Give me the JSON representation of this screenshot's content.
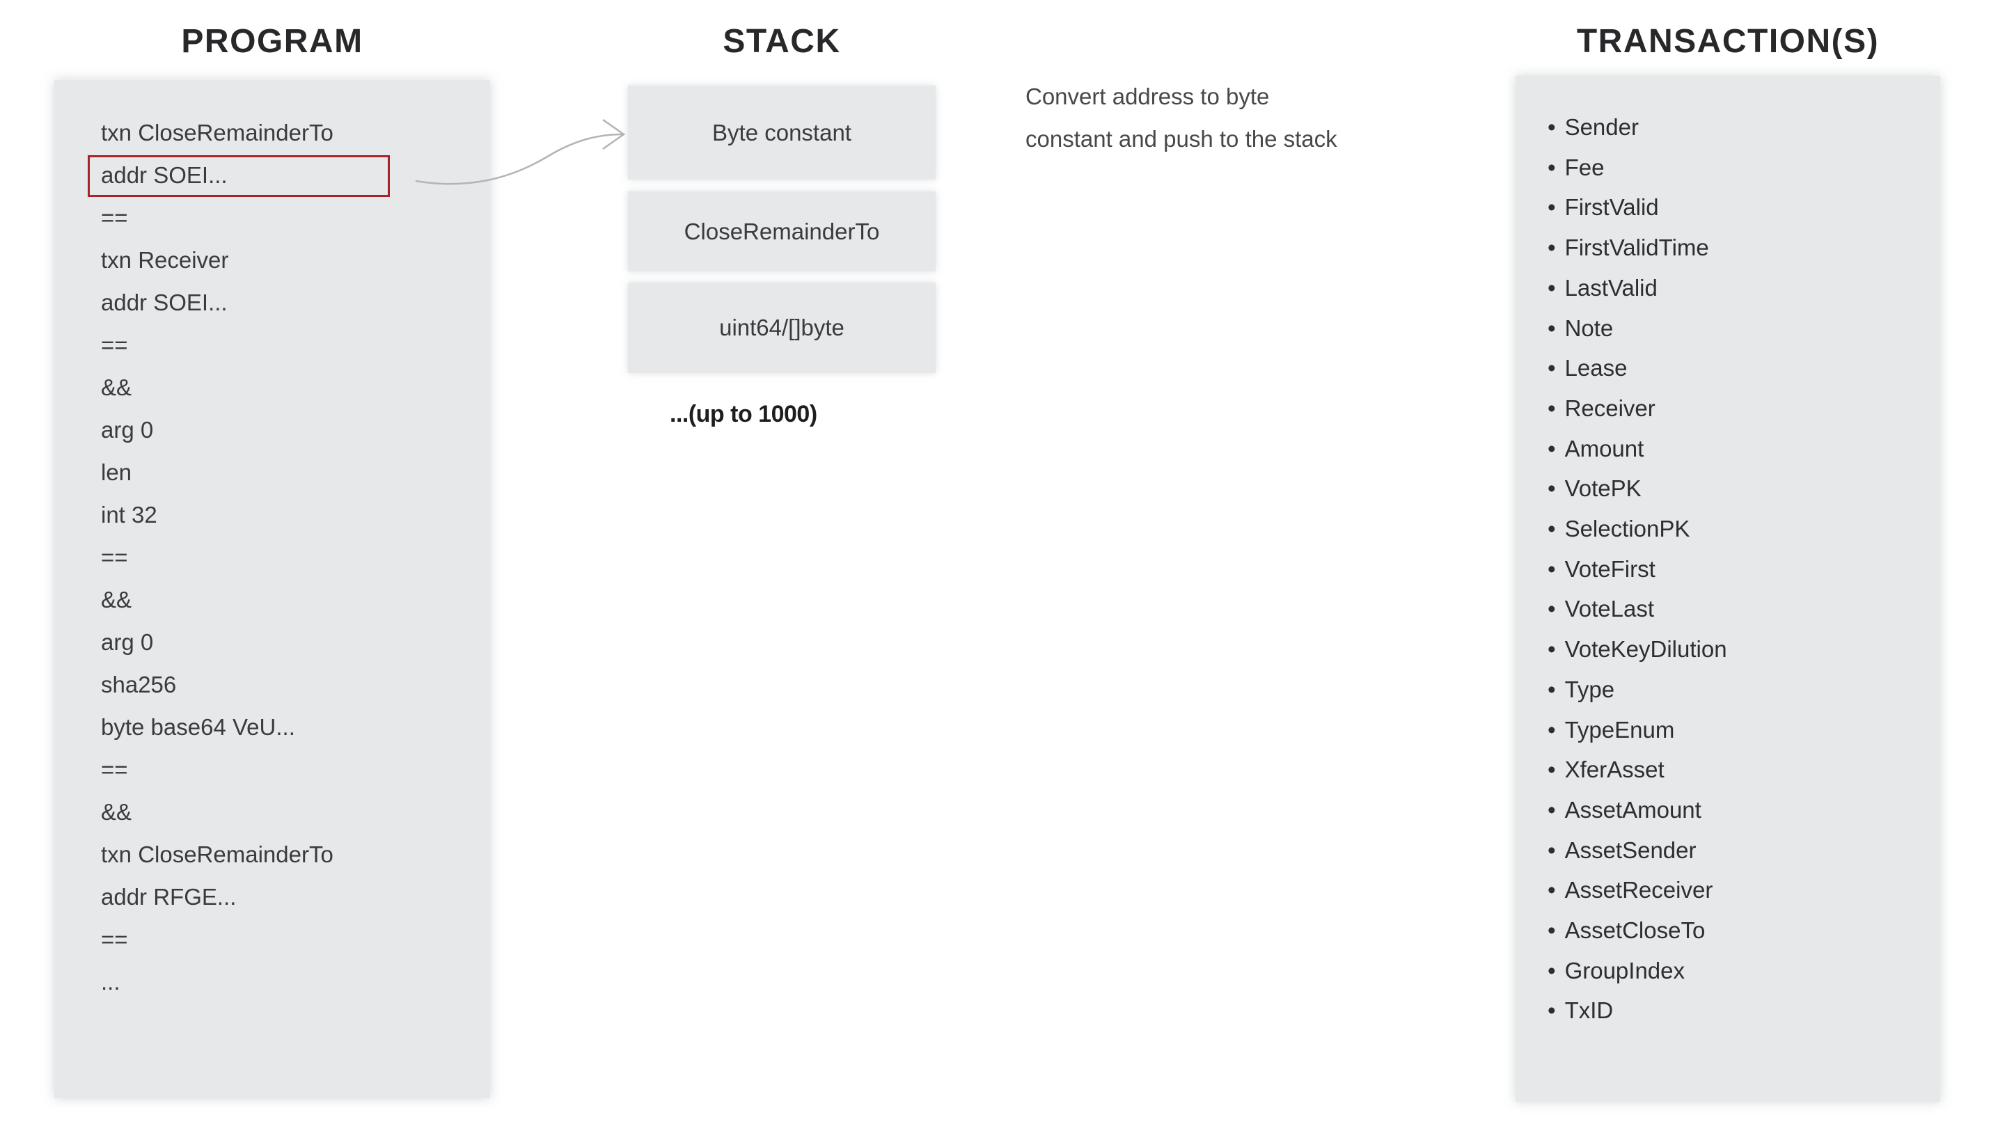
{
  "program": {
    "title": "PROGRAM",
    "lines": [
      "txn CloseRemainderTo",
      "addr SOEI...",
      "==",
      "txn Receiver",
      "addr SOEI...",
      "==",
      "&&",
      "arg 0",
      "len",
      "int 32",
      "==",
      "&&",
      "arg 0",
      "sha256",
      "byte base64 VeU...",
      "==",
      "&&",
      "txn CloseRemainderTo",
      "addr RFGE...",
      "==",
      "..."
    ],
    "highlighted_line": "addr SOEI...",
    "highlighted_index": 1
  },
  "stack": {
    "title": "STACK",
    "boxes": [
      "Byte constant",
      "CloseRemainderTo",
      "uint64/[]byte"
    ],
    "more_label": "...(up to 1000)"
  },
  "annotation": {
    "line1": "Convert address to byte",
    "line2": "constant and push to the stack"
  },
  "transactions": {
    "title": "TRANSACTION(S)",
    "fields": [
      "Sender",
      "Fee",
      "FirstValid",
      "FirstValidTime",
      "LastValid",
      "Note",
      "Lease",
      "Receiver",
      "Amount",
      "VotePK",
      "SelectionPK",
      "VoteFirst",
      "VoteLast",
      "VoteKeyDilution",
      "Type",
      "TypeEnum",
      "XferAsset",
      "AssetAmount",
      "AssetSender",
      "AssetReceiver",
      "AssetCloseTo",
      "GroupIndex",
      "TxID"
    ]
  },
  "colors": {
    "panel": "#e6e8ea",
    "code_text": "#3b3b3d",
    "heading_text": "#28282a",
    "highlight_border": "#a8242b",
    "arrow": "#b4b4b6",
    "annotation_text": "#48484a"
  }
}
